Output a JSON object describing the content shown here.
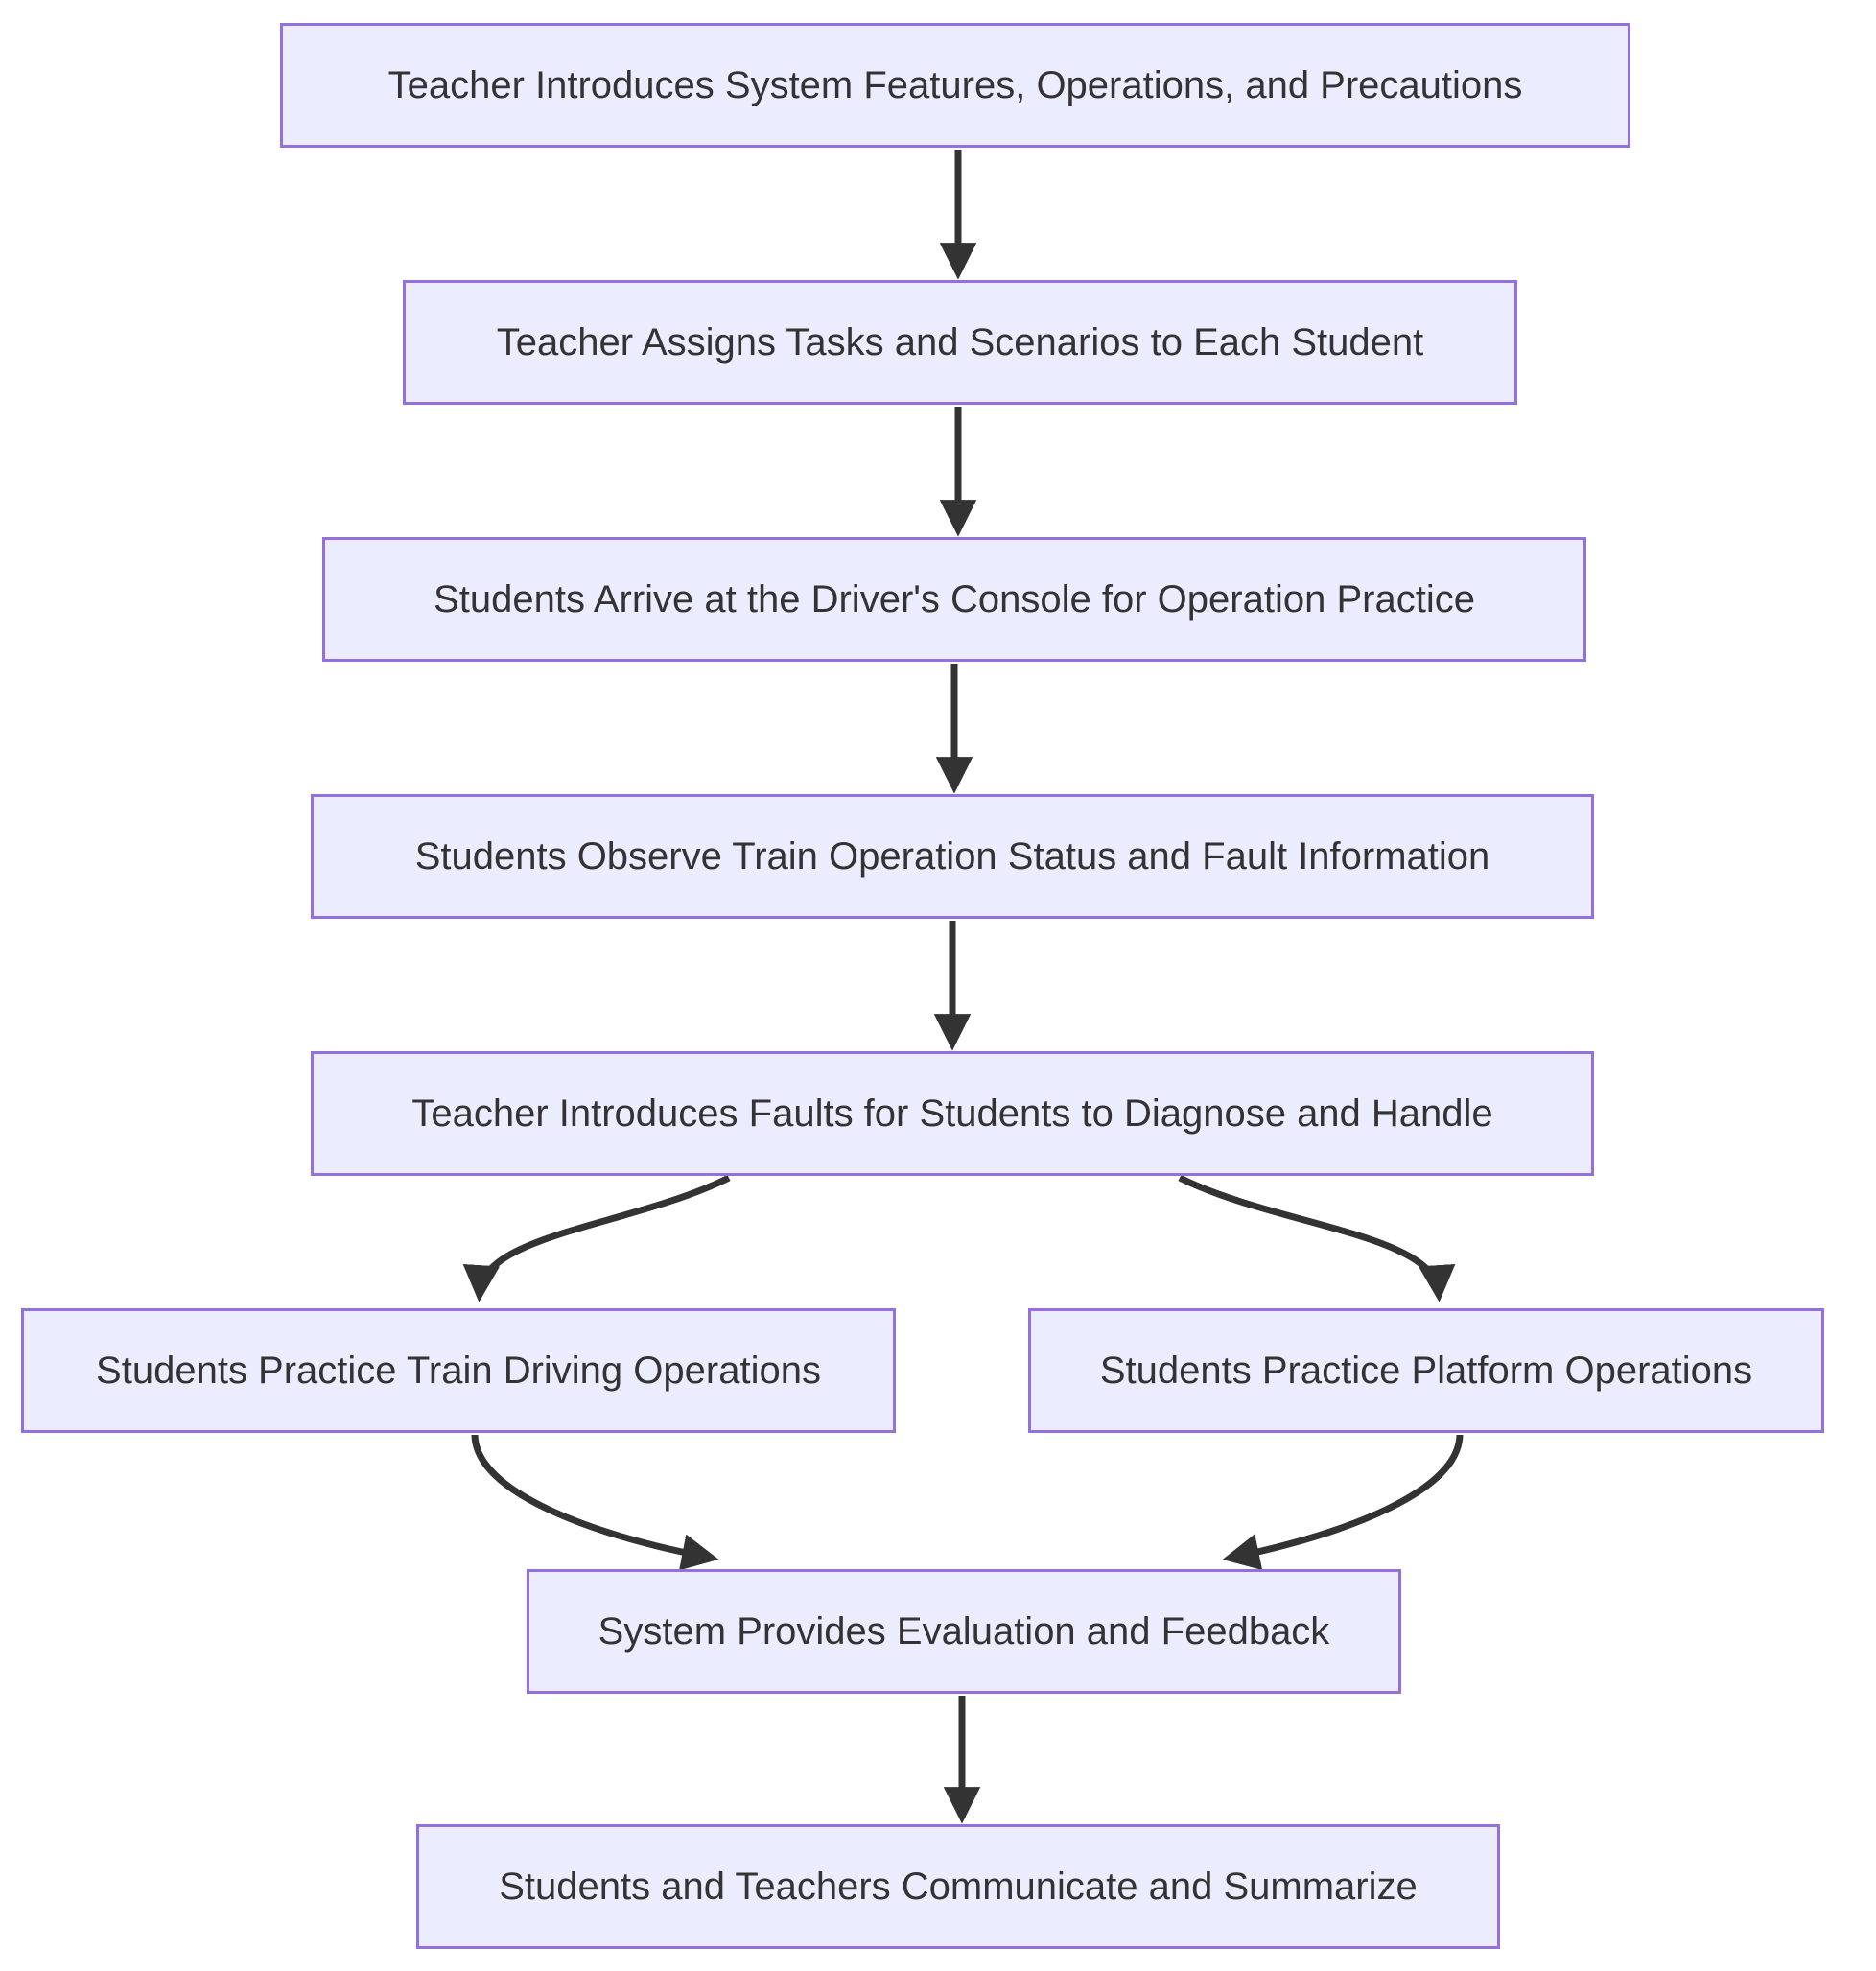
{
  "diagram": {
    "type": "flowchart",
    "direction": "top-down",
    "colors": {
      "node_fill": "#ECECFF",
      "node_border": "#9370DB",
      "edge": "#333333",
      "text": "#333333",
      "background": "#FFFFFF"
    },
    "nodes": [
      {
        "id": "A",
        "label": "Teacher Introduces System Features, Operations, and Precautions"
      },
      {
        "id": "B",
        "label": "Teacher Assigns Tasks and Scenarios to Each Student"
      },
      {
        "id": "C",
        "label": "Students Arrive at the Driver's Console for Operation Practice"
      },
      {
        "id": "D",
        "label": "Students Observe Train Operation Status and Fault Information"
      },
      {
        "id": "E",
        "label": "Teacher Introduces Faults for Students to Diagnose and Handle"
      },
      {
        "id": "F",
        "label": "Students Practice Train Driving Operations"
      },
      {
        "id": "G",
        "label": "Students Practice Platform Operations"
      },
      {
        "id": "H",
        "label": "System Provides Evaluation and Feedback"
      },
      {
        "id": "I",
        "label": "Students and Teachers Communicate and Summarize"
      }
    ],
    "edges": [
      {
        "from": "A",
        "to": "B"
      },
      {
        "from": "B",
        "to": "C"
      },
      {
        "from": "C",
        "to": "D"
      },
      {
        "from": "D",
        "to": "E"
      },
      {
        "from": "E",
        "to": "F"
      },
      {
        "from": "E",
        "to": "G"
      },
      {
        "from": "F",
        "to": "H"
      },
      {
        "from": "G",
        "to": "H"
      },
      {
        "from": "H",
        "to": "I"
      }
    ]
  }
}
